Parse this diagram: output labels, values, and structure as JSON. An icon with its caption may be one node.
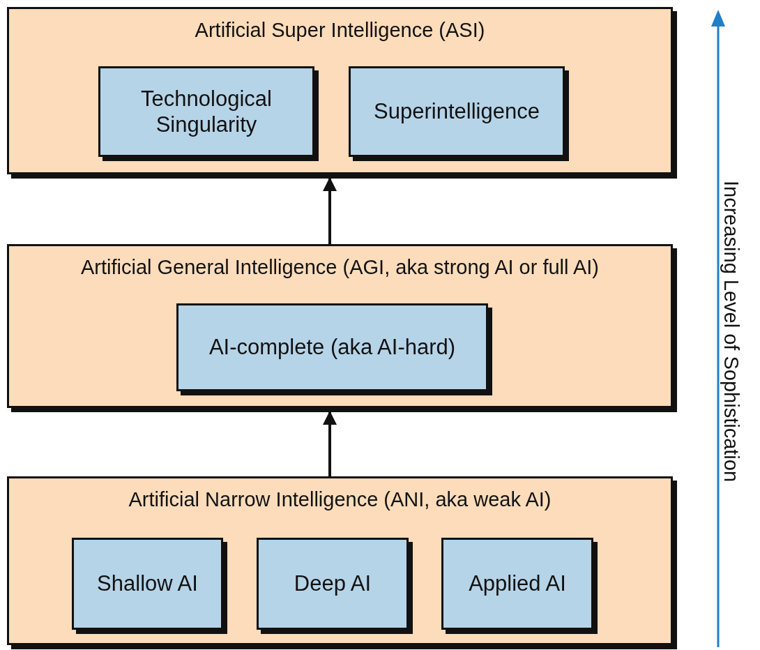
{
  "diagram": {
    "nodes": [
      {
        "text": [
          "Artificial Super Intelligence (ASI)"
        ]
      },
      {
        "text": [
          "Technological Singularity"
        ],
        "in": 0
      },
      {
        "text": [
          "Superintelligence"
        ],
        "in": 0
      },
      {
        "text": [
          "Artificial General Intelligence (AGI, aka strong AI or full AI)"
        ]
      },
      {
        "text": [
          "AI-complete (aka AI-hard)"
        ],
        "in": 3
      },
      {
        "text": [
          "Artificial Narrow Intelligence (ANI, aka weak AI)"
        ]
      },
      {
        "text": [
          "Shallow AI"
        ],
        "in": 5
      },
      {
        "text": [
          "Deep AI"
        ],
        "in": 5
      },
      {
        "text": [
          "Applied AI"
        ],
        "in": 5
      }
    ],
    "edges": [
      {
        "from": 5,
        "to": 3,
        "arrow": "to"
      },
      {
        "from": 3,
        "to": 0,
        "arrow": "to"
      }
    ],
    "labels": [
      "Increasing Level of Sophistication"
    ]
  }
}
